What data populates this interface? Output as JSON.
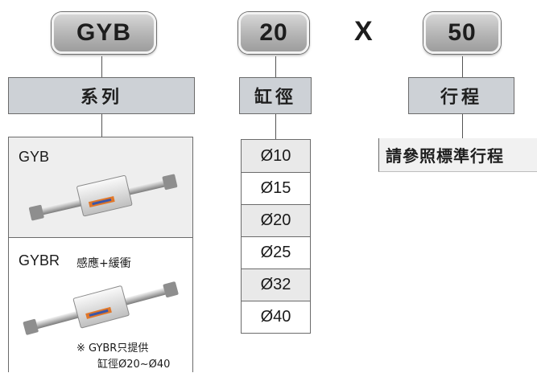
{
  "codes": {
    "series": "GYB",
    "bore": "20",
    "multiply": "X",
    "stroke": "50"
  },
  "labels": {
    "series": "系列",
    "bore": "缸徑",
    "stroke": "行程"
  },
  "series_panel": {
    "gyb_title": "GYB",
    "gybr_title": "GYBR",
    "gybr_feature": "感應+緩衝",
    "note_line1": "※ GYBR只提供",
    "note_line2": "缸徑Ø20~Ø40"
  },
  "bores": [
    "Ø10",
    "Ø15",
    "Ø20",
    "Ø25",
    "Ø32",
    "Ø40"
  ],
  "stroke_ref": "請參照標準行程"
}
